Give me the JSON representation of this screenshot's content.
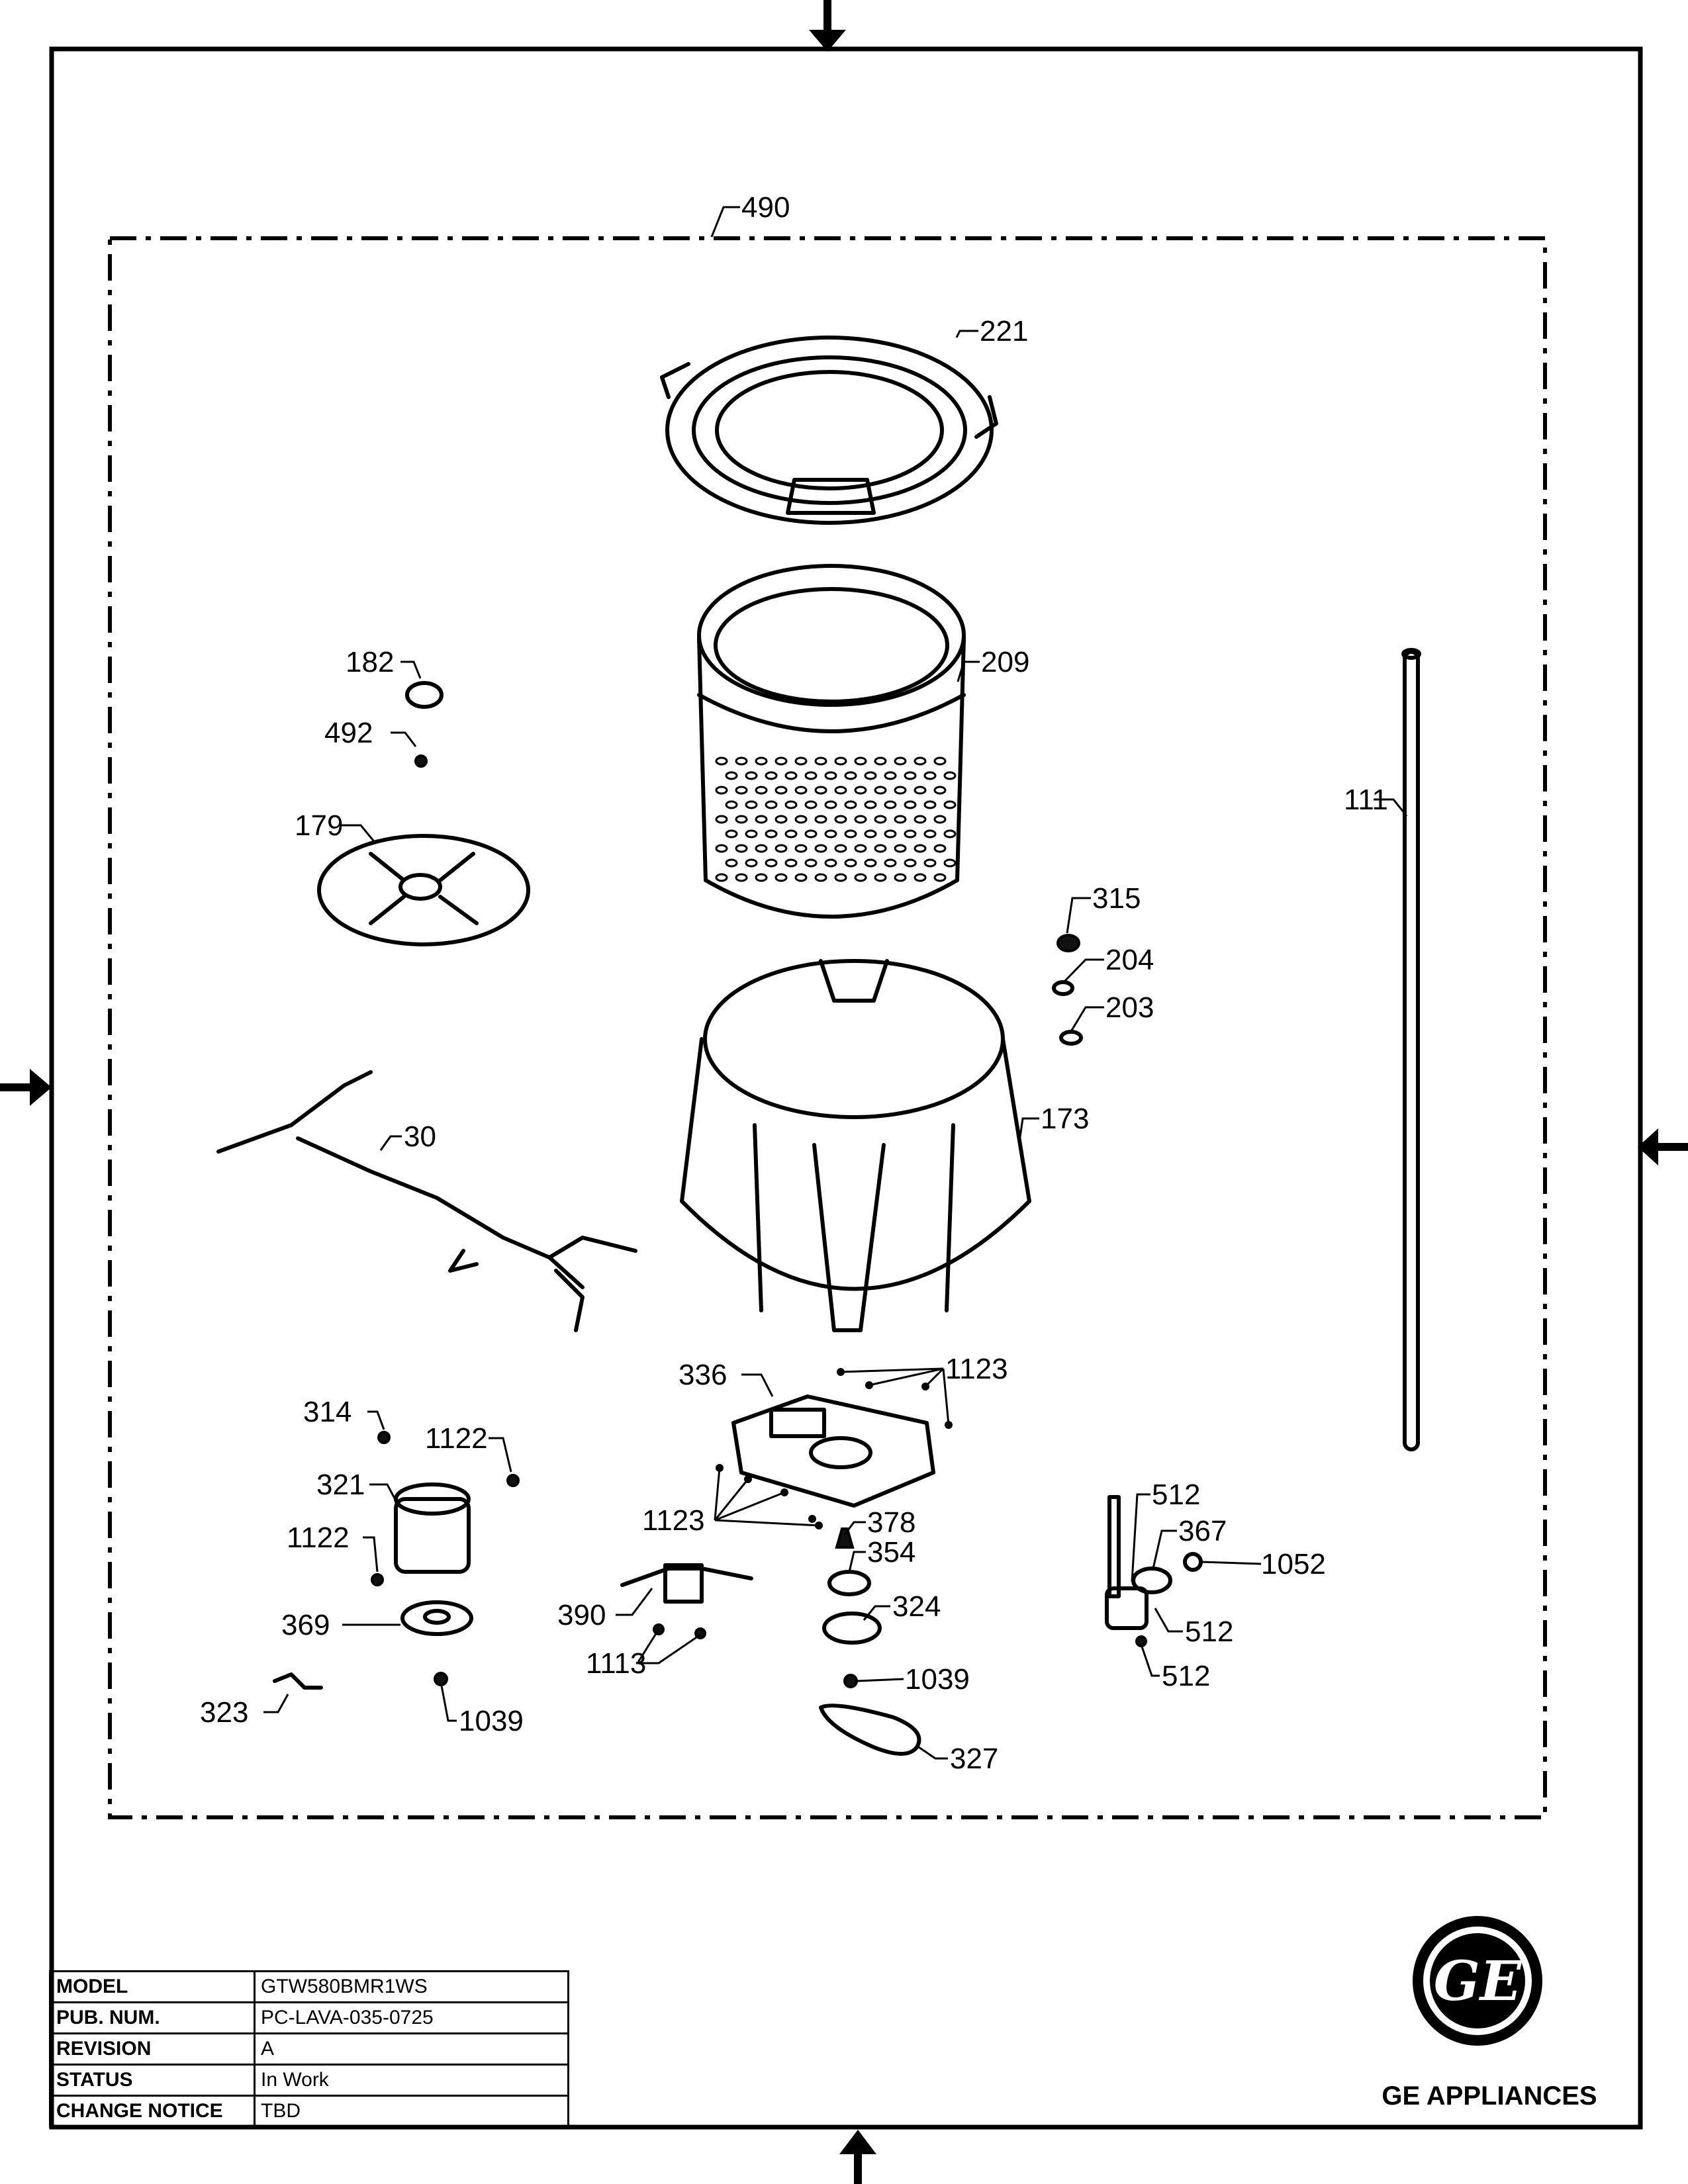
{
  "callouts": {
    "c490": "490",
    "c221": "221",
    "c209": "209",
    "c182": "182",
    "c492": "492",
    "c179": "179",
    "c111": "111",
    "c315": "315",
    "c204": "204",
    "c203": "203",
    "c173": "173",
    "c30": "30",
    "c336": "336",
    "c1123a": "1123",
    "c314": "314",
    "c1122a": "1122",
    "c321": "321",
    "c1122b": "1122",
    "c1123b": "1123",
    "c378": "378",
    "c354": "354",
    "c324": "324",
    "c390": "390",
    "c1113": "1113",
    "c369": "369",
    "c323": "323",
    "c1039a": "1039",
    "c1039b": "1039",
    "c327": "327",
    "c512a": "512",
    "c367": "367",
    "c1052": "1052",
    "c512b": "512",
    "c512c": "512"
  },
  "title_block": {
    "rows": [
      {
        "label": "MODEL",
        "value": "GTW580BMR1WS"
      },
      {
        "label": "PUB. NUM.",
        "value": "PC-LAVA-035-0725"
      },
      {
        "label": "REVISION",
        "value": "A"
      },
      {
        "label": "STATUS",
        "value": "In Work"
      },
      {
        "label": "CHANGE NOTICE",
        "value": "TBD"
      }
    ]
  },
  "logo": {
    "monogram": "GE",
    "brand": "GE APPLIANCES"
  }
}
